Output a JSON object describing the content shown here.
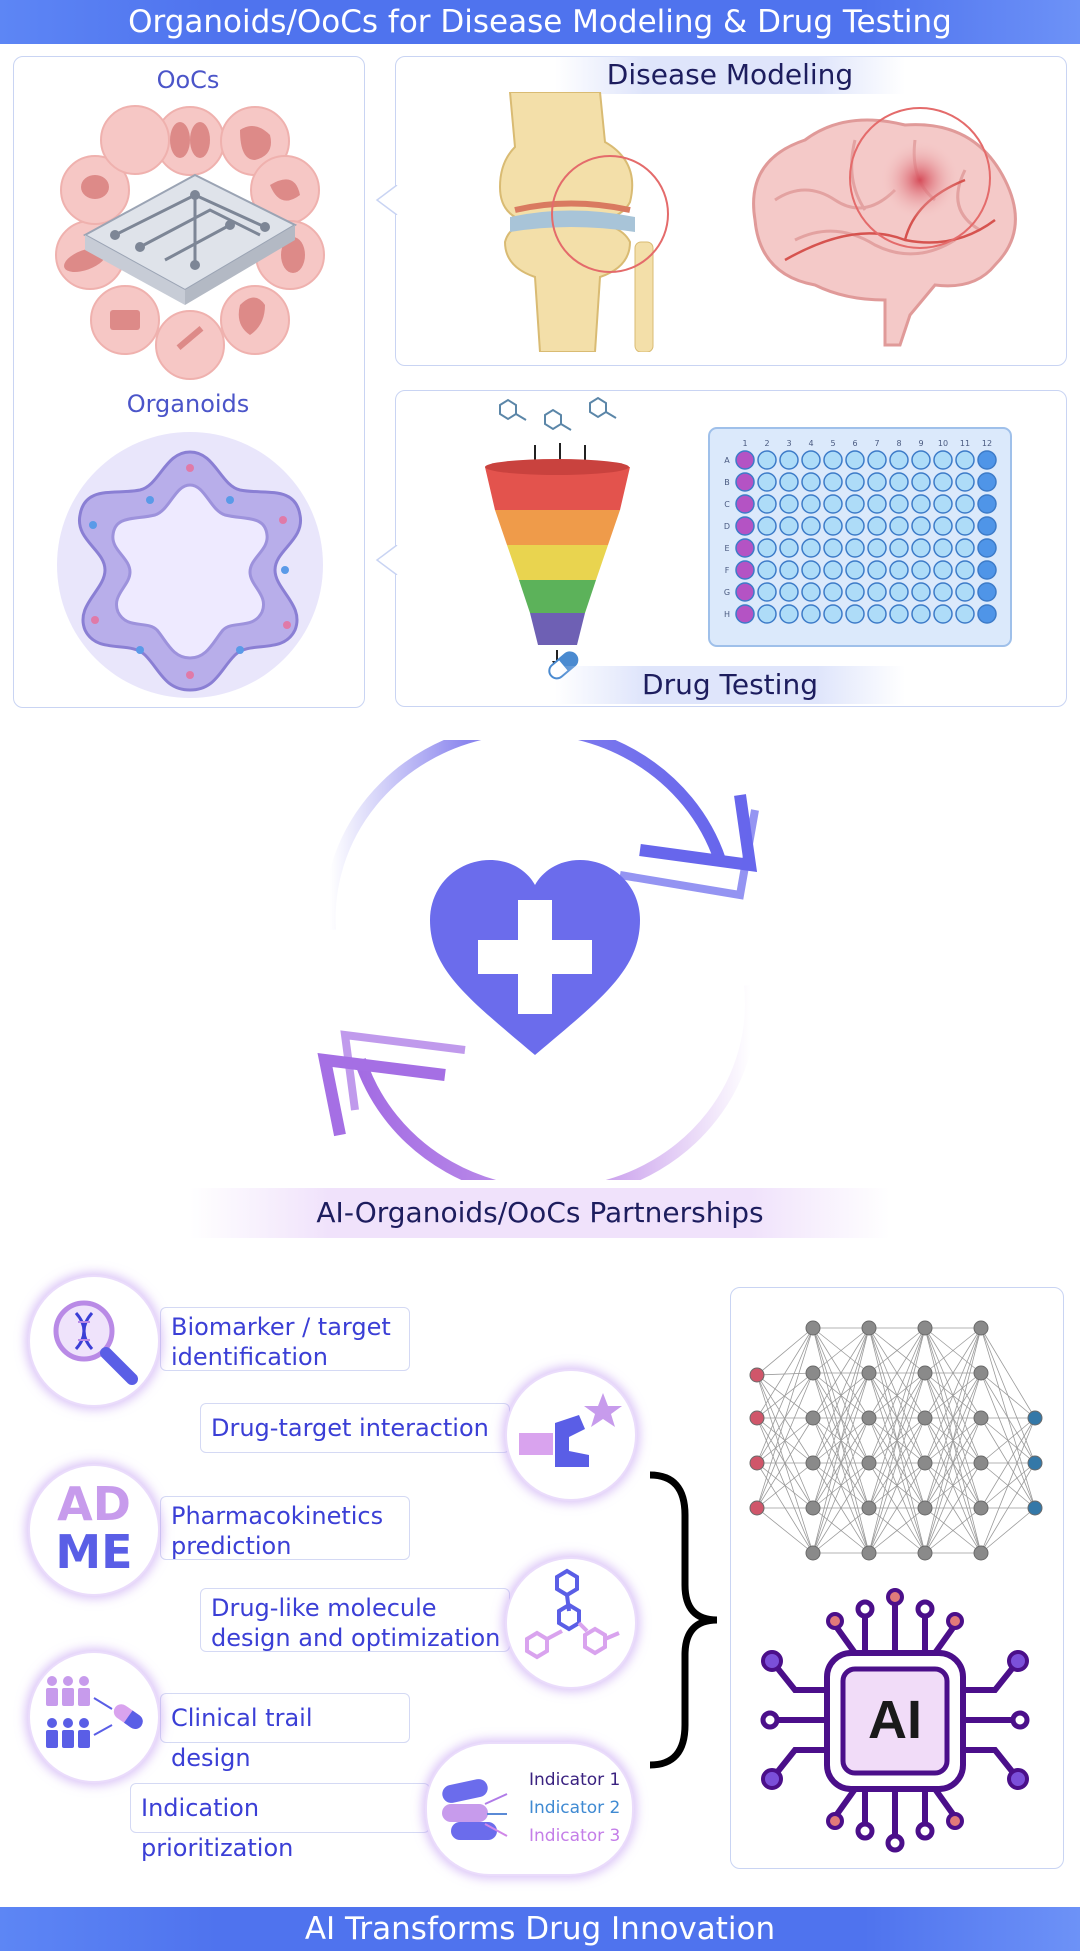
{
  "header": {
    "title": "Organoids/OoCs for Disease Modeling & Drug Testing"
  },
  "left_panel": {
    "oocs_label": "OoCs",
    "organoids_label": "Organoids"
  },
  "disease_panel": {
    "label": "Disease Modeling"
  },
  "drug_panel": {
    "label": "Drug Testing",
    "plate_rows": [
      "A",
      "B",
      "C",
      "D",
      "E",
      "F",
      "G",
      "H"
    ],
    "plate_cols": [
      "1",
      "2",
      "3",
      "4",
      "5",
      "6",
      "7",
      "8",
      "9",
      "10",
      "11",
      "12"
    ]
  },
  "partnership": {
    "label": "AI-Organoids/OoCs Partnerships"
  },
  "applications": {
    "biomarker": "Biomarker / target identification",
    "biomarker_l1": "Biomarker / target",
    "biomarker_l2": "identification",
    "dti": "Drug-target interaction",
    "pk_l1": "Pharmacokinetics",
    "pk_l2": "prediction",
    "adme_top": "AD",
    "adme_bottom": "ME",
    "design_l1": "Drug-like molecule",
    "design_l2": "design and optimization",
    "clinical": "Clinical trail design",
    "indication": "Indication prioritization",
    "indicator_1": "Indicator 1",
    "indicator_2": "Indicator 2",
    "indicator_3": "Indicator 3"
  },
  "ai_chip": {
    "label": "AI"
  },
  "footer": {
    "title": "AI Transforms Drug Innovation"
  },
  "colors": {
    "accent_blue": "#4f73ee",
    "indigo": "#6b6cec",
    "violet": "#b07be8",
    "text_blue": "#3b3fd6"
  }
}
